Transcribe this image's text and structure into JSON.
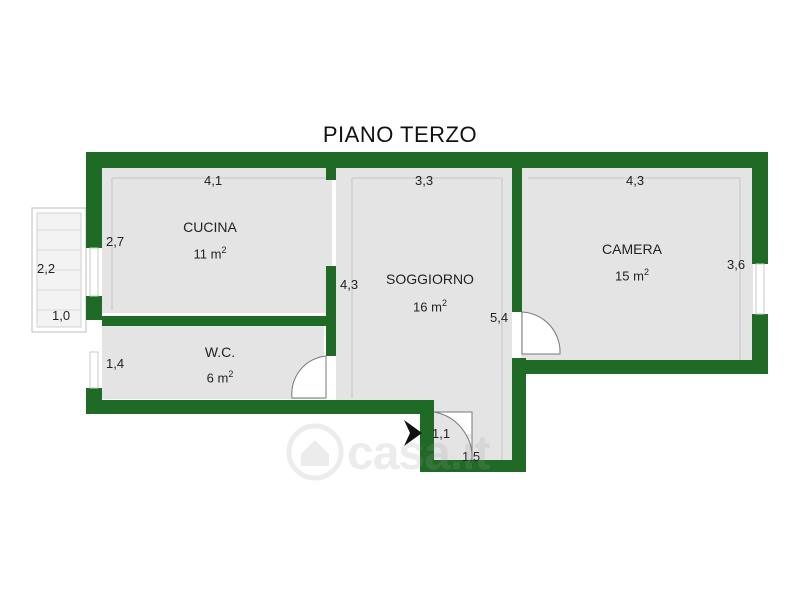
{
  "title": "PIANO TERZO",
  "rooms": {
    "cucina": {
      "name": "CUCINA",
      "area": "11 m",
      "unit_exp": "2"
    },
    "wc": {
      "name": "W.C.",
      "area": "6 m",
      "unit_exp": "2"
    },
    "soggiorno": {
      "name": "SOGGIORNO",
      "area": "16 m",
      "unit_exp": "2"
    },
    "camera": {
      "name": "CAMERA",
      "area": "15 m",
      "unit_exp": "2"
    }
  },
  "dimensions": {
    "cucina_width": "4,1",
    "soggiorno_width": "3,3",
    "camera_width": "4,3",
    "cucina_height": "2,7",
    "balcony_height": "2,2",
    "balcony_width": "1,0",
    "wc_height": "1,4",
    "soggiorno_height": "4,3",
    "corridor_height": "5,4",
    "camera_height": "3,6",
    "entry_depth": "1,1",
    "entry_width": "1,5"
  },
  "watermark": "casa.it",
  "colors": {
    "wall": "#1f6b25",
    "floor": "#e4e4e4",
    "background": "#ffffff",
    "text": "#222222"
  }
}
